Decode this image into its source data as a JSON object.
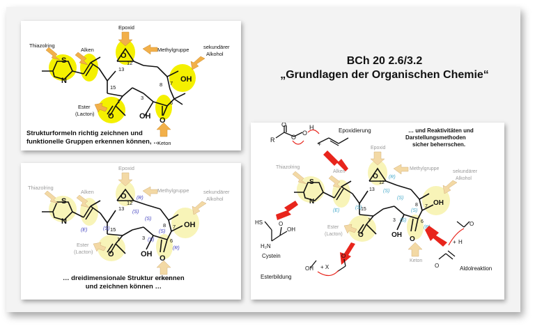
{
  "title": {
    "line1": "BCh 20 2.6/3.2",
    "line2": "„Grundlagen der Organischen Chemie“"
  },
  "panel1": {
    "caption_line1": "Strukturformeln richtig zeichnen und",
    "caption_line2": "funktionelle Gruppen erkennen können, …",
    "labels": {
      "epoxid": "Epoxid",
      "methylgruppe": "Methylgruppe",
      "thiazolring": "Thiazolring",
      "alken": "Alken",
      "sek1": "sekundärer",
      "sek2": "Alkohol",
      "ester1": "Ester",
      "ester2": "(Lacton)",
      "keton": "Keton"
    },
    "atoms": {
      "o": "O",
      "s": "S",
      "n": "N",
      "oh": "OH",
      "n12": "12",
      "n13": "13",
      "n15": "15",
      "n8": "8",
      "n7": "7",
      "n6": "6",
      "n3": "3",
      "n1": "1"
    }
  },
  "panel2": {
    "caption_line1": "… dreidimensionale Struktur erkennen",
    "caption_line2": "und zeichnen können …",
    "labels": {
      "epoxid": "Epoxid",
      "methylgruppe": "Methylgruppe",
      "thiazolring": "Thiazolring",
      "alken": "Alken",
      "sek1": "sekundärer",
      "sek2": "Alkohol",
      "ester1": "Ester",
      "ester2": "(Lacton)",
      "keton": "Keton"
    },
    "stereo": {
      "r": "(R)",
      "s": "(S)",
      "e": "(E)"
    }
  },
  "panel3": {
    "caption_line1": "… und Reaktivitäten und",
    "caption_line2": "Darstellungsmethoden",
    "caption_line3": "sicher beherrschen.",
    "epoxidierung": "Epoxidierung",
    "cystein": "Cystein",
    "esterbildung": "Esterbildung",
    "aldolreaktion": "Aldolreaktion",
    "labels": {
      "epoxid": "Epoxid",
      "methylgruppe": "Methylgruppe",
      "thiazolring": "Thiazolring",
      "alken": "Alken",
      "sek1": "sekundärer",
      "sek2": "Alkohol",
      "ester1": "Ester",
      "ester2": "(Lacton)",
      "keton": "Keton"
    },
    "reagents": {
      "hs": "HS",
      "h2n": "H₂N",
      "oh": "OH",
      "o": "O",
      "r": "R",
      "h": "H",
      "x": "+ X",
      "plus": "+"
    }
  },
  "colors": {
    "yellow": "#f4f000",
    "pale_yellow": "#f8f4b8",
    "arrow_orange": "#f2b04a",
    "arrow_pale": "#f3d9a5",
    "red_arrow": "#e8251c",
    "stereo_blue": "#3b3bbd",
    "stereo_cyan": "#3fa6c8"
  }
}
